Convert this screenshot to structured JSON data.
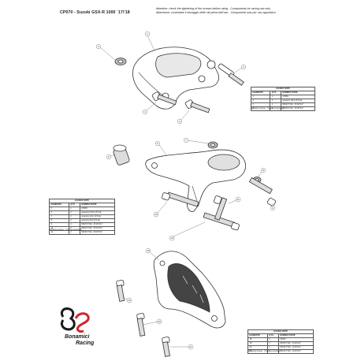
{
  "header": {
    "title": "CP070 - Suzuki GSX-R 1000 `17/'18",
    "notice_lines": [
      "Attention: check the tightening of the screws before using - Components for racing use only",
      "Attenzione: controllare il serraggio delle viti prima dell'uso - Componenti solo per uso agonistico"
    ]
  },
  "tables": [
    {
      "caption": "ELENCO PARTI",
      "headers": [
        "ELEMENTO",
        "Q.TÀ",
        "NUMERO PARTE"
      ],
      "rows": [
        [
          "1",
          "1",
          "CP069"
        ],
        [
          "2",
          "1",
          "spessore 16mm 8,5 alu"
        ],
        [
          "3",
          "1",
          "M8x40 TCEI - 25,00 Nm*"
        ],
        [
          "4",
          "2",
          "M8x45 TCEI - 25,00 Nm*"
        ]
      ],
      "note": "*tightening torque - *coppia di serraggio"
    },
    {
      "caption": "ELENCO PARTI",
      "headers": [
        "ELEMENTO",
        "Q.TÀ",
        "NUMERO PARTE"
      ],
      "rows": [
        [
          "5",
          "1",
          "CP068"
        ],
        [
          "6",
          "1",
          "spessore 6.5mm 8,5 alu"
        ],
        [
          "7",
          "1",
          "spessore 4mm 10,5 alu"
        ],
        [
          "8",
          "1",
          "spessore 8mm 8,5 alu"
        ],
        [
          "9",
          "1",
          "M8x45 TCEI - 25,00 Nm*"
        ],
        [
          "10",
          "2",
          "M8x45 TCEI - 25,00 Nm*"
        ],
        [
          "11",
          "1",
          "M8x60 TCEI - 25,00 Nm*"
        ]
      ],
      "note": "*tightening torque - *coppia di serraggio"
    },
    {
      "caption": "ELENCO PARTI",
      "headers": [
        "ELEMENTO",
        "Q.TÀ",
        "NUMERO PARTE"
      ],
      "rows": [
        [
          "18",
          "1",
          "CP067"
        ],
        [
          "19",
          "1",
          "M6x35 TCEI - 10,00 Nm*"
        ],
        [
          "20",
          "1",
          "M6x40 TCEI - 10,00 Nm*"
        ],
        [
          "21",
          "1",
          "M6x45 TCEI - 10,00 Nm*"
        ]
      ],
      "note": "*tightening torque - *coppia di serraggio"
    }
  ],
  "callouts": [
    "1",
    "2",
    "3",
    "4",
    "5",
    "6",
    "7",
    "8",
    "9",
    "10",
    "11",
    "18",
    "19",
    "20",
    "21"
  ],
  "brand": {
    "line1": "Bonamici",
    "line2": "Racing",
    "logo_icon": "bonamici-b8-logo-icon",
    "accent": "#d2232a",
    "dark": "#1a1a1a"
  }
}
